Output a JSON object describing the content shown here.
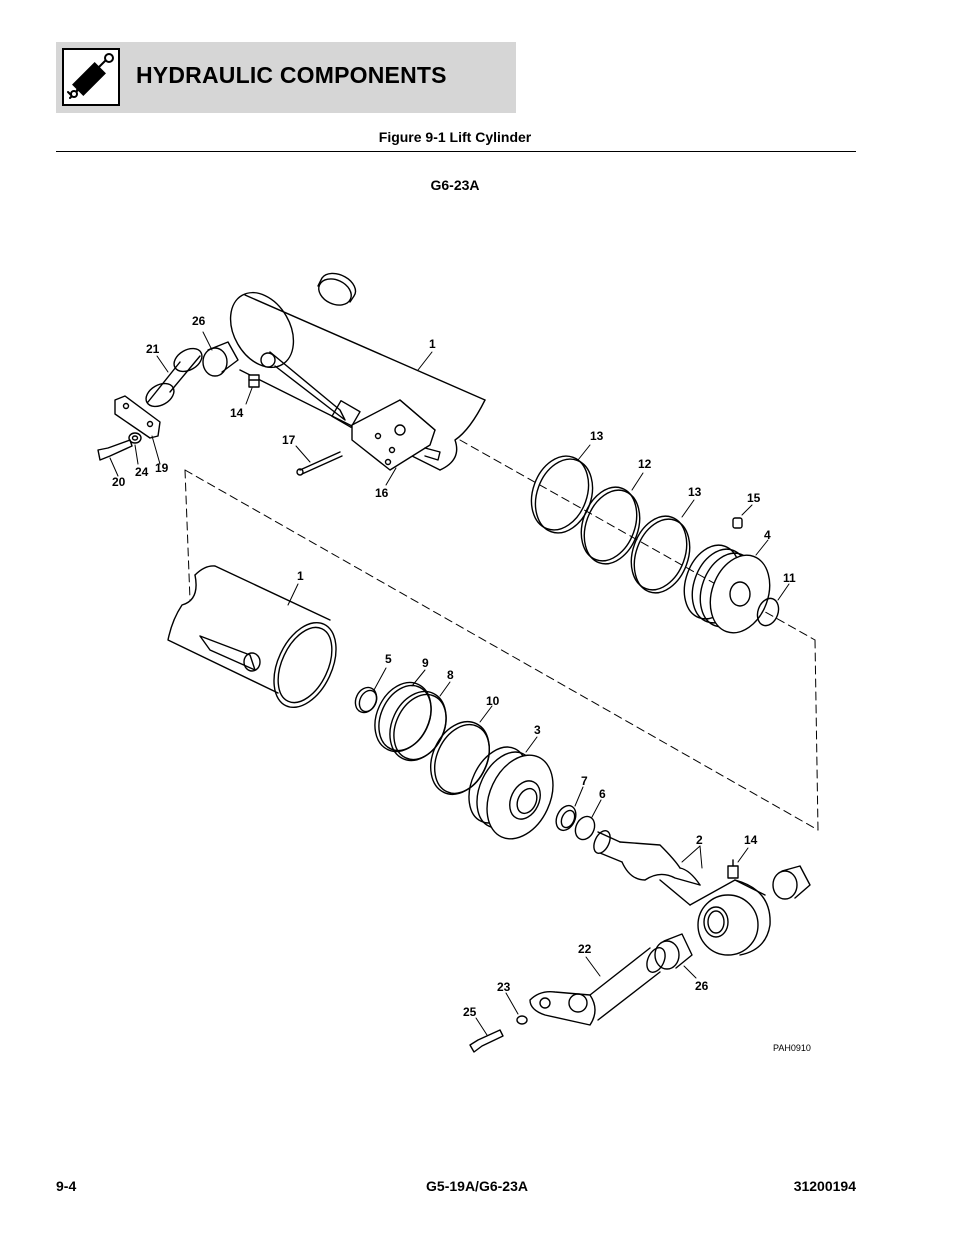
{
  "header": {
    "title": "HYDRAULIC COMPONENTS",
    "icon": "hydraulic-cylinder-icon"
  },
  "figure": {
    "caption": "Figure 9-1 Lift Cylinder",
    "model": "G6-23A",
    "ref_code": "PAH0910"
  },
  "callouts": {
    "c26a": "26",
    "c21": "21",
    "c1a": "1",
    "c14a": "14",
    "c17": "17",
    "c16": "16",
    "c20": "20",
    "c24": "24",
    "c19": "19",
    "c13a": "13",
    "c12": "12",
    "c13b": "13",
    "c15": "15",
    "c4": "4",
    "c11": "11",
    "c1b": "1",
    "c5": "5",
    "c9": "9",
    "c8": "8",
    "c10": "10",
    "c3": "3",
    "c7": "7",
    "c6": "6",
    "c2": "2",
    "c14b": "14",
    "c22": "22",
    "c23": "23",
    "c25": "25",
    "c26b": "26"
  },
  "footer": {
    "page": "9-4",
    "models": "G5-19A/G6-23A",
    "doc_number": "31200194"
  }
}
